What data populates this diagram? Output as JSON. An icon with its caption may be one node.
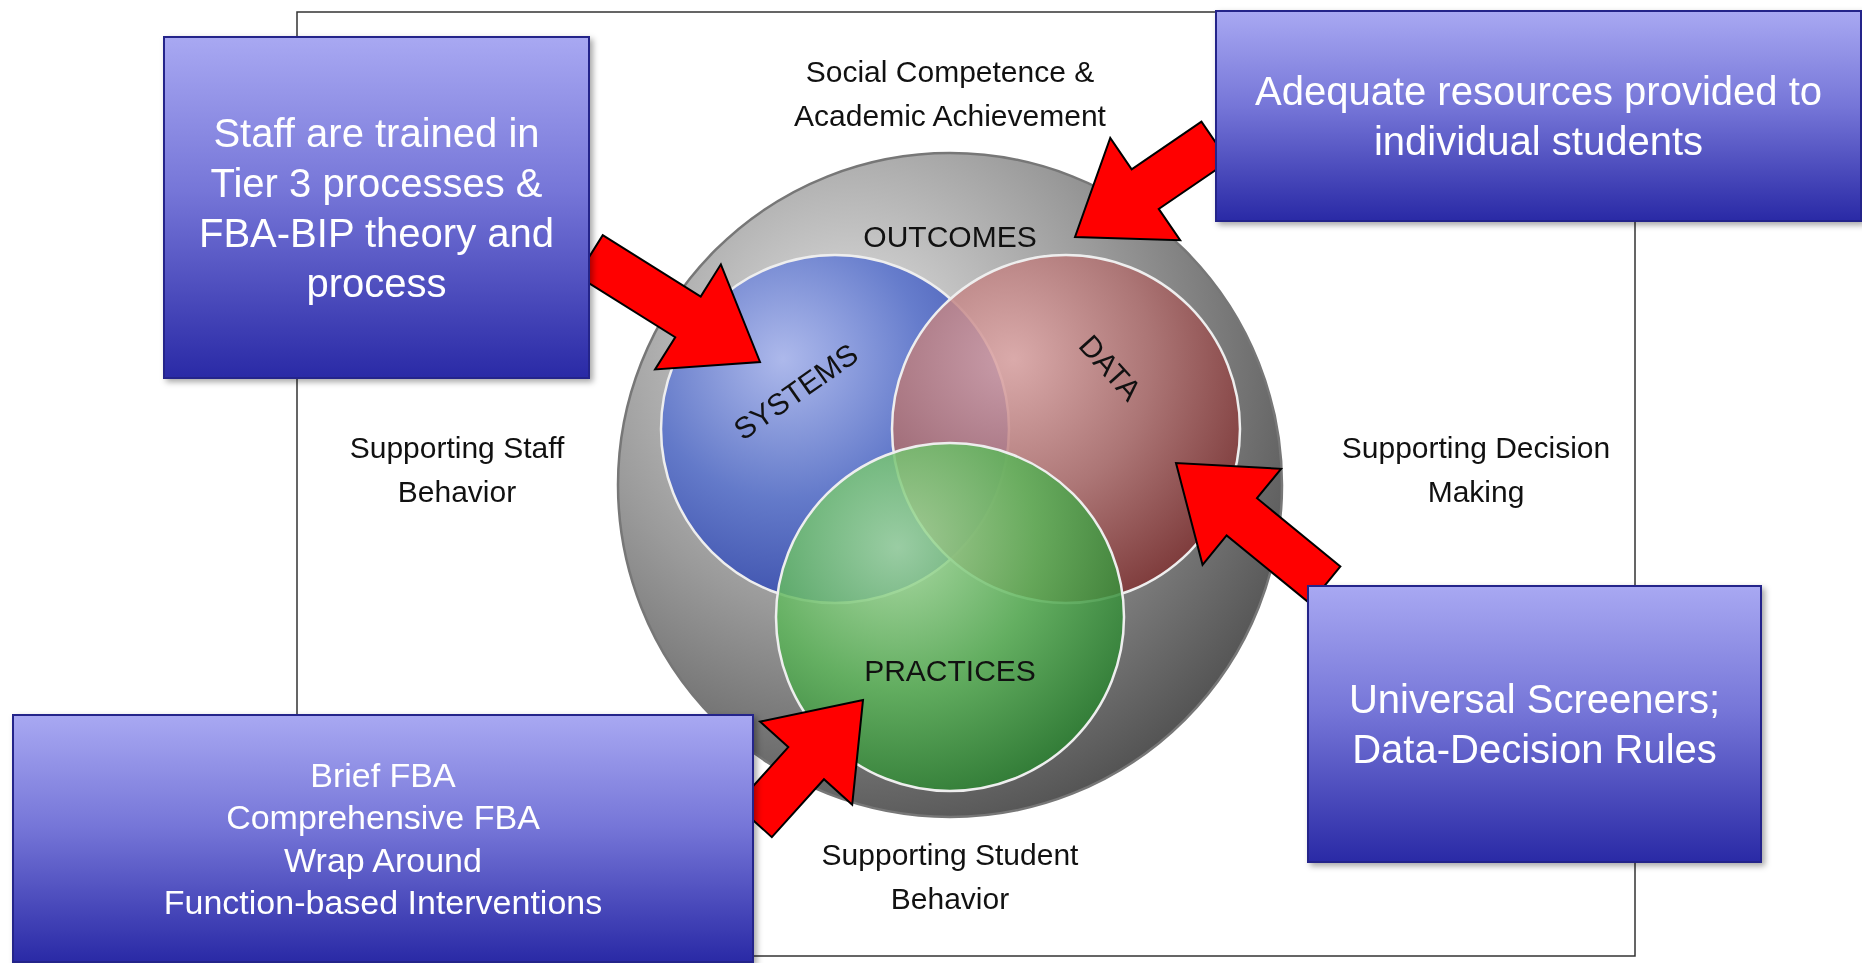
{
  "diagram": {
    "nodes": [
      {
        "text": [
          "OUTCOMES"
        ]
      },
      {
        "text": [
          "SYSTEMS"
        ],
        "in": 0
      },
      {
        "text": [
          "DATA"
        ],
        "in": 0
      },
      {
        "text": [
          "PRACTICES"
        ],
        "in": 0
      },
      {
        "text": [
          "Staff are trained in Tier 3 processes & FBA-BIP theory and process"
        ]
      },
      {
        "text": [
          "Adequate resources provided to individual students"
        ]
      },
      {
        "text": [
          "Universal Screeners; Data-Decision Rules"
        ]
      },
      {
        "text": [
          "Brief FBA",
          "Comprehensive FBA",
          "Wrap Around",
          "Function-based Interventions"
        ]
      }
    ],
    "edges": [
      {
        "from": 4,
        "to": 1,
        "arrow": "to"
      },
      {
        "from": 5,
        "to": 0,
        "arrow": "to"
      },
      {
        "from": 6,
        "to": 2,
        "arrow": "to"
      },
      {
        "from": 7,
        "to": 3,
        "arrow": "to"
      }
    ],
    "labels": [
      "Social Competence & Academic Achievement",
      "Supporting Staff Behavior",
      "Supporting Decision Making",
      "Supporting Student Behavior"
    ]
  }
}
